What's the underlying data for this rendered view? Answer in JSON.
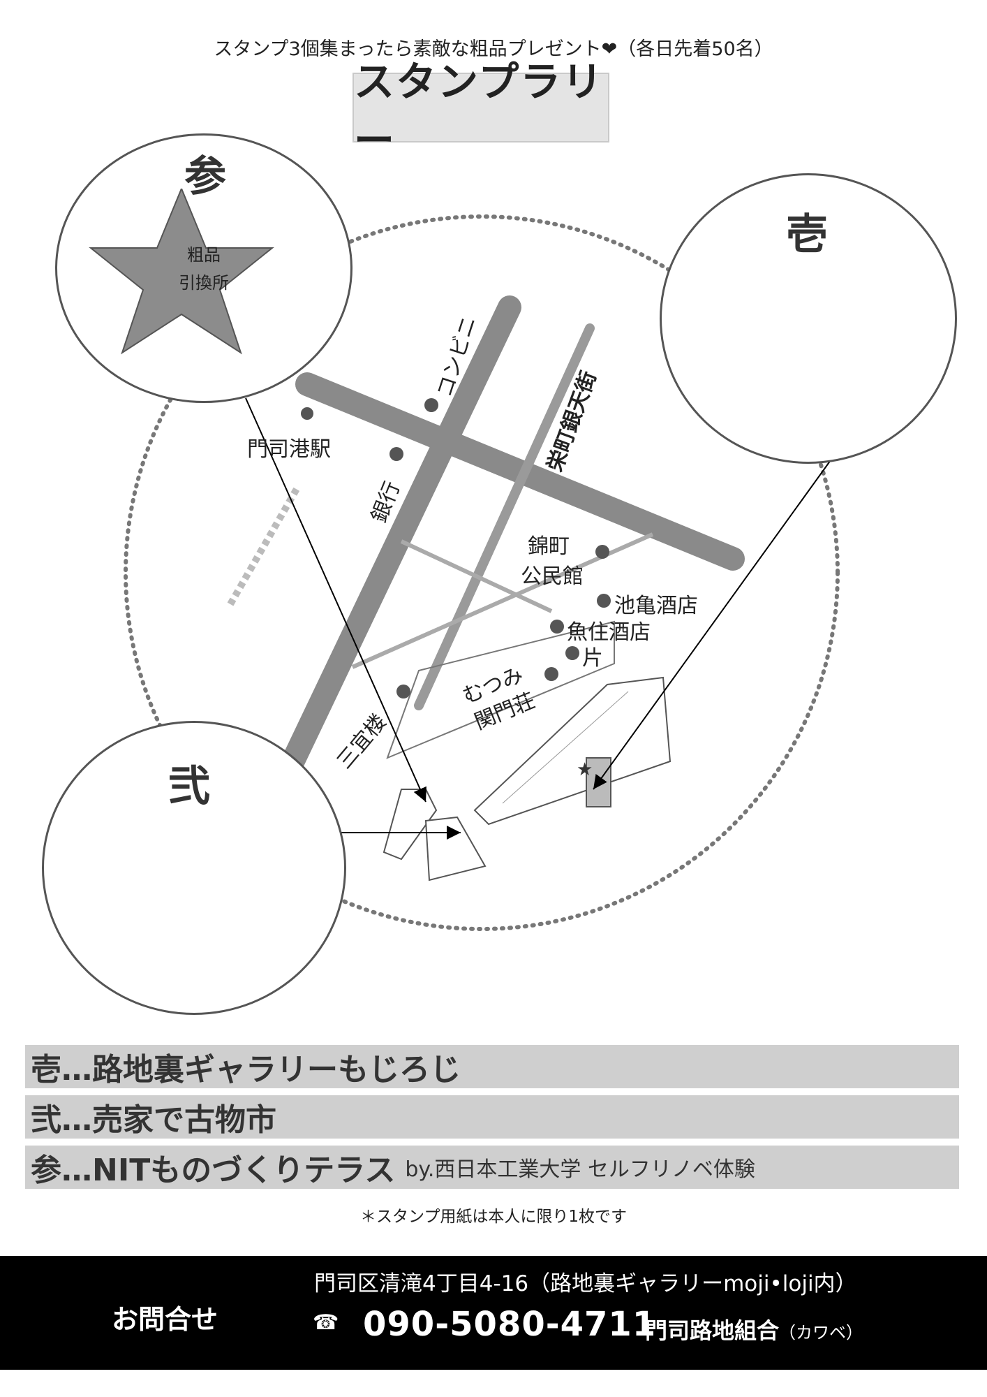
{
  "header": {
    "tagline": "スタンプ3個集まったら素敵な粗品プレゼント❤（各日先着50名）",
    "title": "スタンプラリー"
  },
  "circles": {
    "one": "壱",
    "two": "弐",
    "three": "参",
    "prize_line1": "粗品",
    "prize_line2": "引換所"
  },
  "map_labels": {
    "convenience": "コンビニ",
    "station": "門司港駅",
    "bank": "銀行",
    "street": "栄町銀天街",
    "nishikimachi_1": "錦町",
    "nishikimachi_2": "公民館",
    "ikegame": "池亀酒店",
    "uozumi": "魚住酒店",
    "kata": "片",
    "mutsumi_1": "むつみ",
    "mutsumi_2": "関門荘",
    "sangi": "三宜楼"
  },
  "legend": [
    {
      "title": "壱…路地裏ギャラリーもじろじ",
      "suffix": ""
    },
    {
      "title": "弐…売家で古物市",
      "suffix": ""
    },
    {
      "title": "参…NITものづくりテラス",
      "suffix": "by.西日本工業大学 セルフリノベ体験"
    }
  ],
  "note": "＊スタンプ用紙は本人に限り1枚です",
  "footer": {
    "contact_label": "お問合せ",
    "address": "門司区清滝4丁目4-16（路地裏ギャラリーmoji•loji内）",
    "phone_icon": "☎",
    "phone": "090-5080-4711",
    "org": "門司路地組合",
    "org_sub": "（カワベ）"
  },
  "colors": {
    "road": "#8a8a8a",
    "legend_bg": "#cfcfcf",
    "footer_bg": "#000000",
    "star": "#8c8c8c"
  }
}
